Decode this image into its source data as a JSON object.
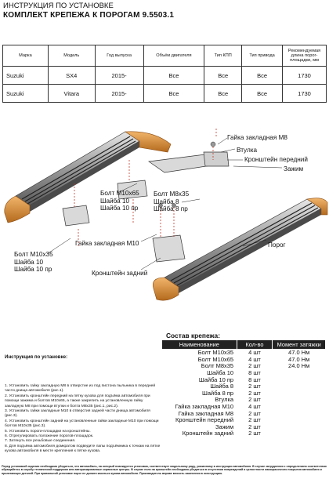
{
  "header": {
    "line1": "ИНСТРУКЦИЯ ПО УСТАНОВКЕ",
    "line2": "КОМПЛЕКТ КРЕПЕЖА К ПОРОГАМ 9.5503.1"
  },
  "application_table": {
    "columns": [
      "Марка",
      "Модель",
      "Год выпуска",
      "Объём двигателя",
      "Тип КПП",
      "Тип привода",
      "Рекомендуемая длина порог-площадки, мм"
    ],
    "rows": [
      [
        "Suzuki",
        "SX4",
        "2015-",
        "Все",
        "Все",
        "Все",
        "1730"
      ],
      [
        "Suzuki",
        "Vitara",
        "2015-",
        "Все",
        "Все",
        "Все",
        "1730"
      ]
    ]
  },
  "callouts": {
    "nut_m8": "Гайка закладная М8",
    "bushing": "Втулка",
    "front_bracket": "Кронштейн передний",
    "clamp": "Зажим",
    "bolt_m10x65": [
      "Болт М10х65",
      "Шайба 10",
      "Шайба 10 пр"
    ],
    "bolt_m8x35": [
      "Болт М8х35",
      "Шайба 8",
      "Шайба 8 пр"
    ],
    "nut_m10": "Гайка закладная М10",
    "bolt_m10x35": [
      "Болт М10х35",
      "Шайба 10",
      "Шайба 10 пр"
    ],
    "threshold": "Порог",
    "rear_bracket": "Кронштейн задний"
  },
  "kit": {
    "title": "Состав крепежа:",
    "columns": [
      "Наименование",
      "Кол-во",
      "Момент затяжки"
    ],
    "rows": [
      {
        "name": "Болт М10х35",
        "qty": "4 шт",
        "torque": "47.0 Нм"
      },
      {
        "name": "Болт М10х65",
        "qty": "4 шт",
        "torque": "47.0 Нм"
      },
      {
        "name": "Болт М8х35",
        "qty": "2 шт",
        "torque": "24.0 Нм"
      },
      {
        "name": "Шайба 10",
        "qty": "8 шт",
        "torque": ""
      },
      {
        "name": "Шайба 10 пр",
        "qty": "8 шт",
        "torque": ""
      },
      {
        "name": "Шайба 8",
        "qty": "2 шт",
        "torque": ""
      },
      {
        "name": "Шайба 8 пр",
        "qty": "2 шт",
        "torque": ""
      },
      {
        "name": "Втулка",
        "qty": "2 шт",
        "torque": ""
      },
      {
        "name": "Гайка закладная М10",
        "qty": "4 шт",
        "torque": ""
      },
      {
        "name": "Гайка закладная М8",
        "qty": "2 шт",
        "torque": ""
      },
      {
        "name": "Кронштейн передний",
        "qty": "2 шт",
        "torque": ""
      },
      {
        "name": "Зажим",
        "qty": "2 шт",
        "torque": ""
      },
      {
        "name": "Кронштейн задний",
        "qty": "2 шт",
        "torque": ""
      }
    ]
  },
  "instructions": {
    "title": "Инструкция по установке:",
    "steps": [
      "1. Установить гайку закладную М8 в отверстие из под пистона пыльника в передней части днища автомобиля (рис.1).",
      "2. Установить кронштейн передний на пятку кузова для подъёма автомобиля при помощи зажима и болтов М10х65, а также закрепить на установленную гайку закладную М8 при помощи втулки и болта М8х35 (рис.1, рис.2).",
      "3. Установить гайки закладные М10 в отверстия задней части днища автомобиля (рис.3).",
      "4. Установить кронштейн задний на установленные гайки закладные М10 при помощи болтов М10х35 (рис.3).",
      "5. Установить пороги-площадки на кронштейны.",
      "6. Отрегулировать положение порогов-площадок.",
      "7. Затянуть все резьбовые соединения.",
      "8. Для подъёма автомобиля домкратом подведите лапы подъёмника к точкам на пятке кузова автомобиля в месте крепления к пятке кузова."
    ]
  },
  "footnote": "Перед установкой изделия необходимо убедиться, что автомобиль, на который планируется установка, соответствует модельному ряду, указанному в инструкции автомобилю. В случае затруднения с определением соответствия обращайтесь в службу технической поддержки или авторизированные сервисные центры. В случае если на кронштейн необходимо убедиться в отсутствии повреждений и целостности лакокрасочного покрытия автомобиля и прилегающих деталей. При правильной установке порог не должен касаться кузова автомобиля. Производитель вправе вносить изменения в конструкцию."
}
